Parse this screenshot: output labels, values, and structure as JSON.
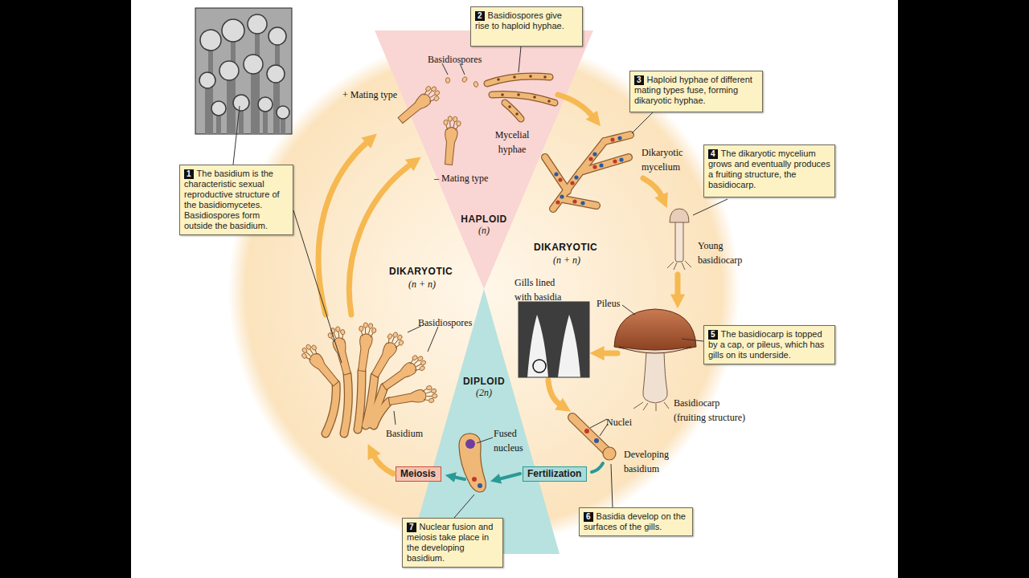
{
  "diagram": {
    "nodes": [
      {
        "text": [
          "HAPLOID",
          "(n)"
        ]
      },
      {
        "text": [
          "DIPLOID",
          "(2n)"
        ]
      },
      {
        "text": [
          "1",
          "The basidium is the characteristic sexual reproductive structure of the basidiomycetes. Basidiospores form outside the basidium."
        ]
      },
      {
        "text": [
          "2",
          "Basidiospores give rise to haploid hyphae."
        ]
      },
      {
        "text": [
          "3",
          "Haploid hyphae of different mating types fuse, forming dikaryotic hyphae."
        ]
      },
      {
        "text": [
          "4",
          "The dikaryotic mycelium grows and eventually produces a fruiting structure, the basidiocarp."
        ]
      },
      {
        "text": [
          "5",
          "The basidiocarp is topped by a cap, or pileus, which has gills on its underside."
        ]
      },
      {
        "text": [
          "6",
          "Basidia develop on the surfaces of the gills."
        ]
      },
      {
        "text": [
          "7",
          "Nuclear fusion and meiosis take place in the developing basidium."
        ]
      },
      {
        "text": [
          "Meiosis"
        ]
      },
      {
        "text": [
          "Fertilization"
        ]
      }
    ],
    "labels": [
      "+ Mating type",
      "Basidiospores",
      "Mycelial hyphae",
      "– Mating type",
      "Dikaryotic mycelium",
      "DIKARYOTIC",
      "(n + n)",
      "DIKARYOTIC",
      "(n + n)",
      "Young basidiocarp",
      "Gills lined with basidia",
      "Pileus",
      "Basidiospores",
      "Basidiocarp (fruiting structure)",
      "Nuclei",
      "Fused nucleus",
      "Basidium",
      "Developing basidium"
    ]
  }
}
